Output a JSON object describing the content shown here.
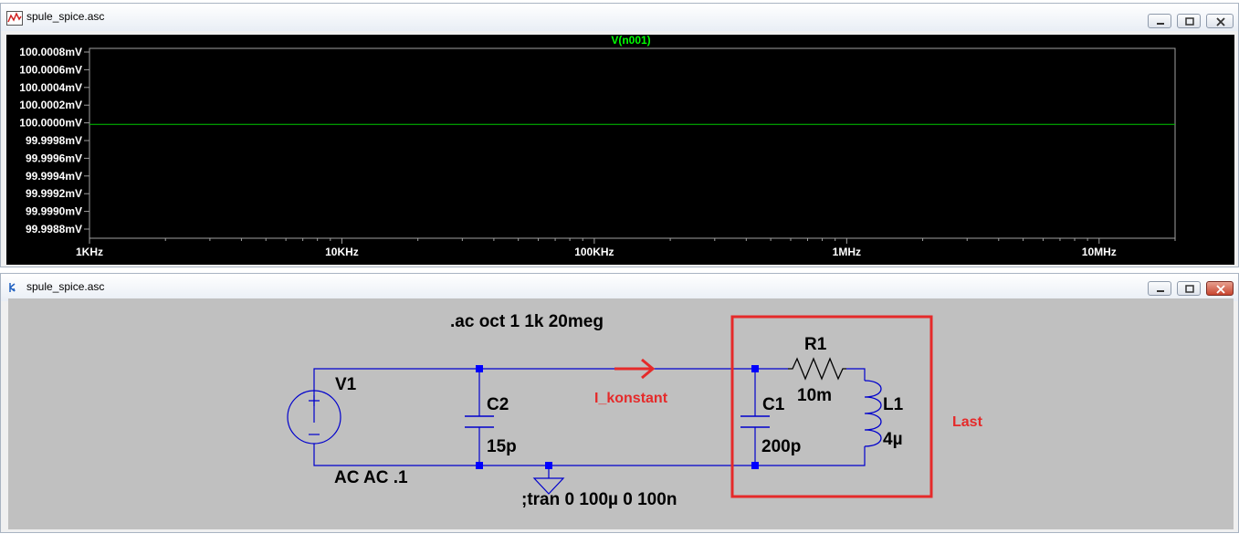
{
  "plot_window": {
    "title": "spule_spice.asc",
    "trace_label": "V(n001)",
    "y_ticks": [
      "100.0008mV",
      "100.0006mV",
      "100.0004mV",
      "100.0002mV",
      "100.0000mV",
      "99.9998mV",
      "99.9996mV",
      "99.9994mV",
      "99.9992mV",
      "99.9990mV",
      "99.9988mV"
    ],
    "x_ticks": [
      "1KHz",
      "10KHz",
      "100KHz",
      "1MHz",
      "10MHz"
    ],
    "colors": {
      "background": "#000000",
      "trace": "#00c800",
      "trace_label": "#00ff00",
      "axis_text": "#ffffff"
    }
  },
  "chart_data": {
    "type": "line",
    "x_scale": "log",
    "xlim": [
      "1KHz",
      "20MHz"
    ],
    "ylim": [
      99.9988,
      100.0008
    ],
    "ylabel_unit": "mV",
    "series": [
      {
        "name": "V(n001)",
        "x": [
          "1KHz",
          "20MHz"
        ],
        "y": [
          100.0,
          100.0
        ]
      }
    ]
  },
  "schematic_window": {
    "title": "spule_spice.asc",
    "colors": {
      "background": "#c0c0c0",
      "wire": "#0000cc",
      "node": "#0000ff",
      "highlight": "#e52a2a"
    },
    "directives": {
      "ac": ".ac oct 1 1k 20meg",
      "tran": ";tran 0 100µ 0 100n"
    },
    "components": {
      "v1": {
        "name": "V1",
        "value": "AC AC .1"
      },
      "c2": {
        "name": "C2",
        "value": "15p"
      },
      "c1": {
        "name": "C1",
        "value": "200p"
      },
      "r1": {
        "name": "R1",
        "value": "10m"
      },
      "l1": {
        "name": "L1",
        "value": "4µ"
      }
    },
    "annotations": {
      "current_label": "I_konstant",
      "load_label": "Last"
    }
  }
}
